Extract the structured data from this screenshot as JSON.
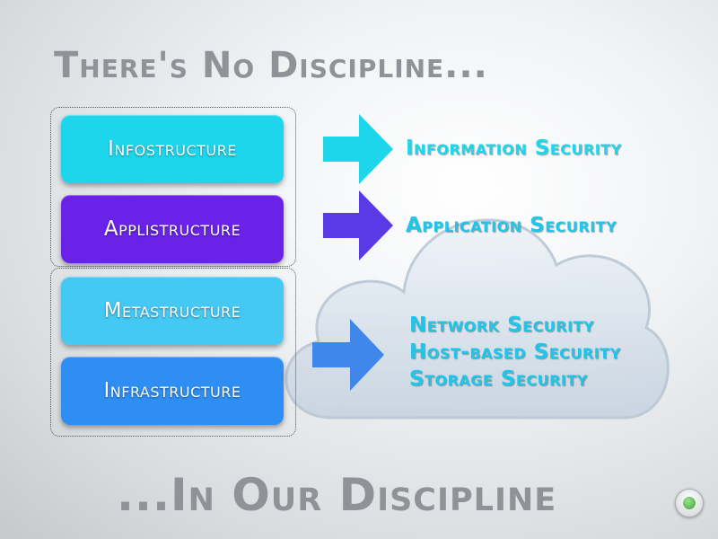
{
  "slide": {
    "title": "There's No Discipline...",
    "footer": "...In Our Discipline"
  },
  "layers": [
    {
      "label": "Infostructure",
      "color": "#1ed6ec"
    },
    {
      "label": "Applistructure",
      "color": "#6a22e8"
    },
    {
      "label": "Metastructure",
      "color": "#44c8f4"
    },
    {
      "label": "Infrastructure",
      "color": "#2f8ef2"
    }
  ],
  "security": [
    {
      "labels": [
        "Information Security"
      ],
      "color": "#1ed6ec"
    },
    {
      "labels": [
        "Application Security"
      ],
      "color": "#1ec6ea"
    },
    {
      "labels": [
        "Network Security",
        "Host-based Security",
        "Storage Security"
      ],
      "color": "#1ec6ea"
    }
  ],
  "arrows": [
    {
      "color": "#1ed6ec"
    },
    {
      "color": "#5a3ae6"
    },
    {
      "color": "#3f87ea"
    }
  ],
  "icons": {
    "background": "cloud-icon",
    "nav": "record-dot-icon"
  }
}
